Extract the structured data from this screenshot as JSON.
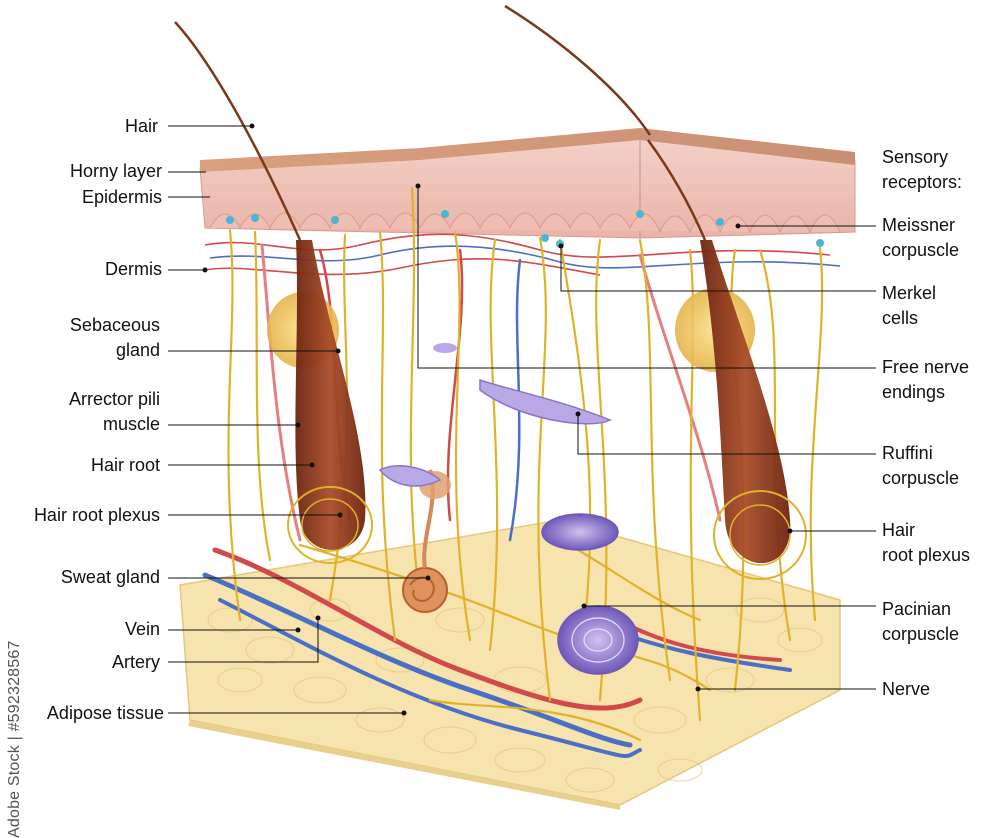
{
  "labels": {
    "hair": "Hair",
    "horny_layer": "Horny layer",
    "epidermis": "Epidermis",
    "dermis": "Dermis",
    "sebaceous_gland": "Sebaceous\ngland",
    "arrector_pili": "Arrector pili\nmuscle",
    "hair_root": "Hair root",
    "hair_root_plexus_left": "Hair root plexus",
    "sweat_gland": "Sweat gland",
    "vein": "Vein",
    "artery": "Artery",
    "adipose_tissue": "Adipose tissue",
    "sensory_receptors": "Sensory\nreceptors:",
    "meissner": "Meissner\ncorpuscle",
    "merkel": "Merkel\ncells",
    "free_nerve": "Free nerve\nendings",
    "ruffini": "Ruffini\ncorpuscle",
    "hair_root_plexus_right": "Hair\nroot plexus",
    "pacinian": "Pacinian\ncorpuscle",
    "nerve": "Nerve"
  },
  "watermark": "Adobe Stock | #592328567",
  "colors": {
    "skin_surface": "#d9a48a",
    "epidermis": "#f1c7bf",
    "nerve": "#e0b22a",
    "artery": "#d2494c",
    "vein": "#4b6fc4",
    "adipose": "#f6e2a8",
    "hair_root": "#8b3a1c",
    "corpuscle": "#9b86d6",
    "sebaceous": "#f0c45a"
  }
}
